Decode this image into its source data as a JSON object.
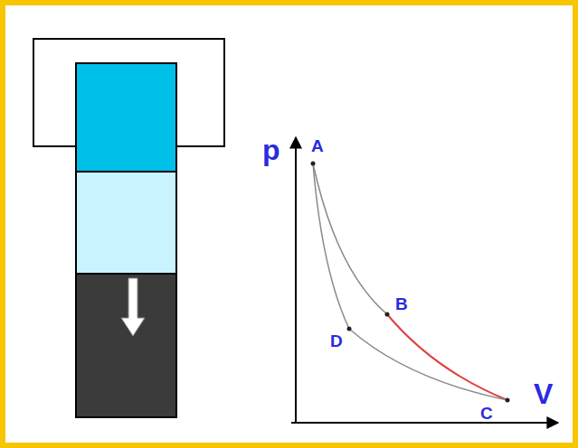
{
  "diagram": {
    "labels": [
      "p",
      "A",
      "B",
      "D",
      "V",
      "C"
    ]
  }
}
